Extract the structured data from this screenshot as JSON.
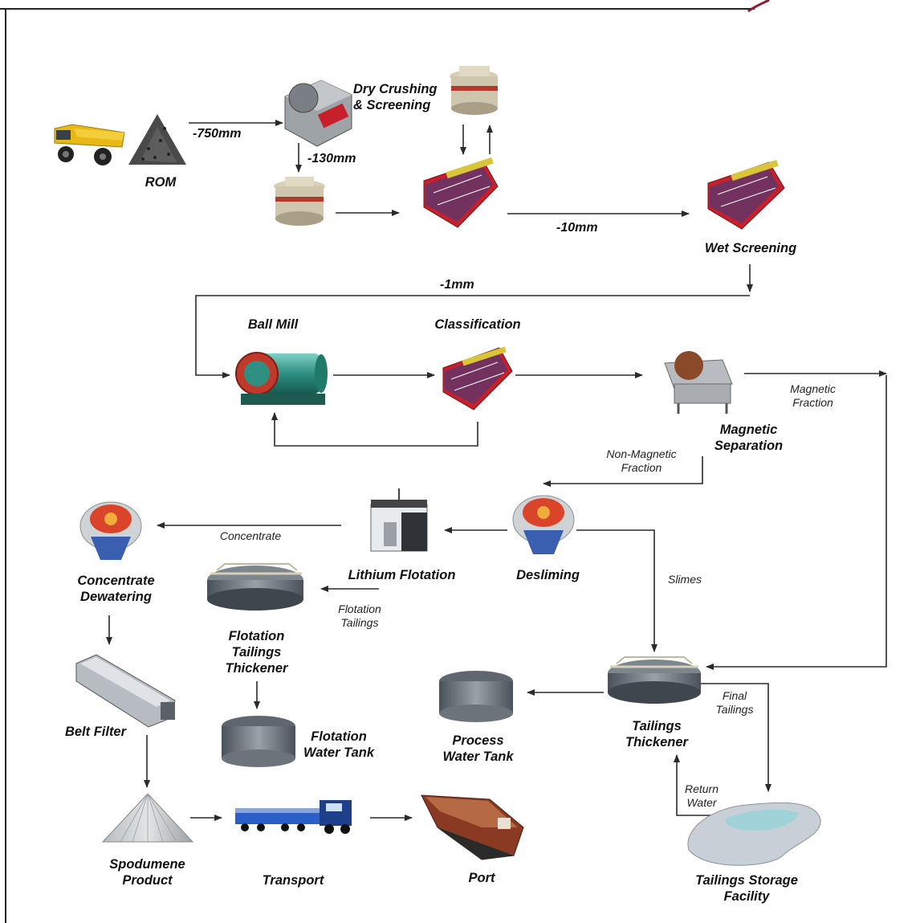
{
  "equipment": {
    "rom": "ROM",
    "dry_crushing": "Dry Crushing\n& Screening",
    "wet_screening": "Wet Screening",
    "ball_mill": "Ball Mill",
    "classification": "Classification",
    "magnetic_separation": "Magnetic\nSeparation",
    "desliming": "Desliming",
    "lithium_flotation": "Lithium Flotation",
    "concentrate_dewatering": "Concentrate\nDewatering",
    "flotation_tailings_thickener": "Flotation\nTailings\nThickener",
    "flotation_water_tank": "Flotation\nWater Tank",
    "belt_filter": "Belt Filter",
    "process_water_tank": "Process\nWater Tank",
    "tailings_thickener": "Tailings\nThickener",
    "spodumene_product": "Spodumene\nProduct",
    "transport": "Transport",
    "port": "Port",
    "tailings_storage": "Tailings Storage\nFacility"
  },
  "size_labels": {
    "s750": "-750mm",
    "s130": "-130mm",
    "s10": "-10mm",
    "s1": "-1mm"
  },
  "flow_labels": {
    "magnetic_fraction": "Magnetic\nFraction",
    "non_magnetic_fraction": "Non-Magnetic\nFraction",
    "concentrate": "Concentrate",
    "slimes": "Slimes",
    "flotation_tailings": "Flotation\nTailings",
    "final_tailings": "Final\nTailings",
    "return_water": "Return\nWater"
  },
  "colors": {
    "arrow": "#2a2a2a",
    "screen_red": "#c8202a",
    "screen_blue": "#2d3f8c",
    "mill_green": "#1f7a6a",
    "ball_mill_red": "#c0392b",
    "tank_grey": "#5f6670",
    "truck_yellow": "#e8b817",
    "pond_blue": "#9fd3d8"
  }
}
